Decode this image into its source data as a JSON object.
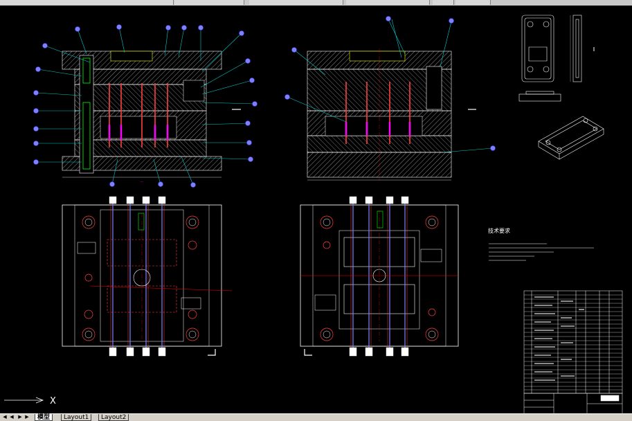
{
  "tabs": {
    "model": "模型",
    "layout1": "Layout1",
    "layout2": "Layout2"
  },
  "ucs": {
    "x_label": "X"
  },
  "notes": {
    "title": "技术要求"
  },
  "colors": {
    "background": "#000000",
    "hatch": "#c0c0c0",
    "leader": "#00c8c8",
    "balloon": "#8080ff",
    "pins": "#ff4040",
    "magenta": "#ff00ff",
    "centerline": "#ff0000",
    "frame": "#ffffff",
    "green": "#00ff00",
    "yellow": "#ffff00"
  }
}
